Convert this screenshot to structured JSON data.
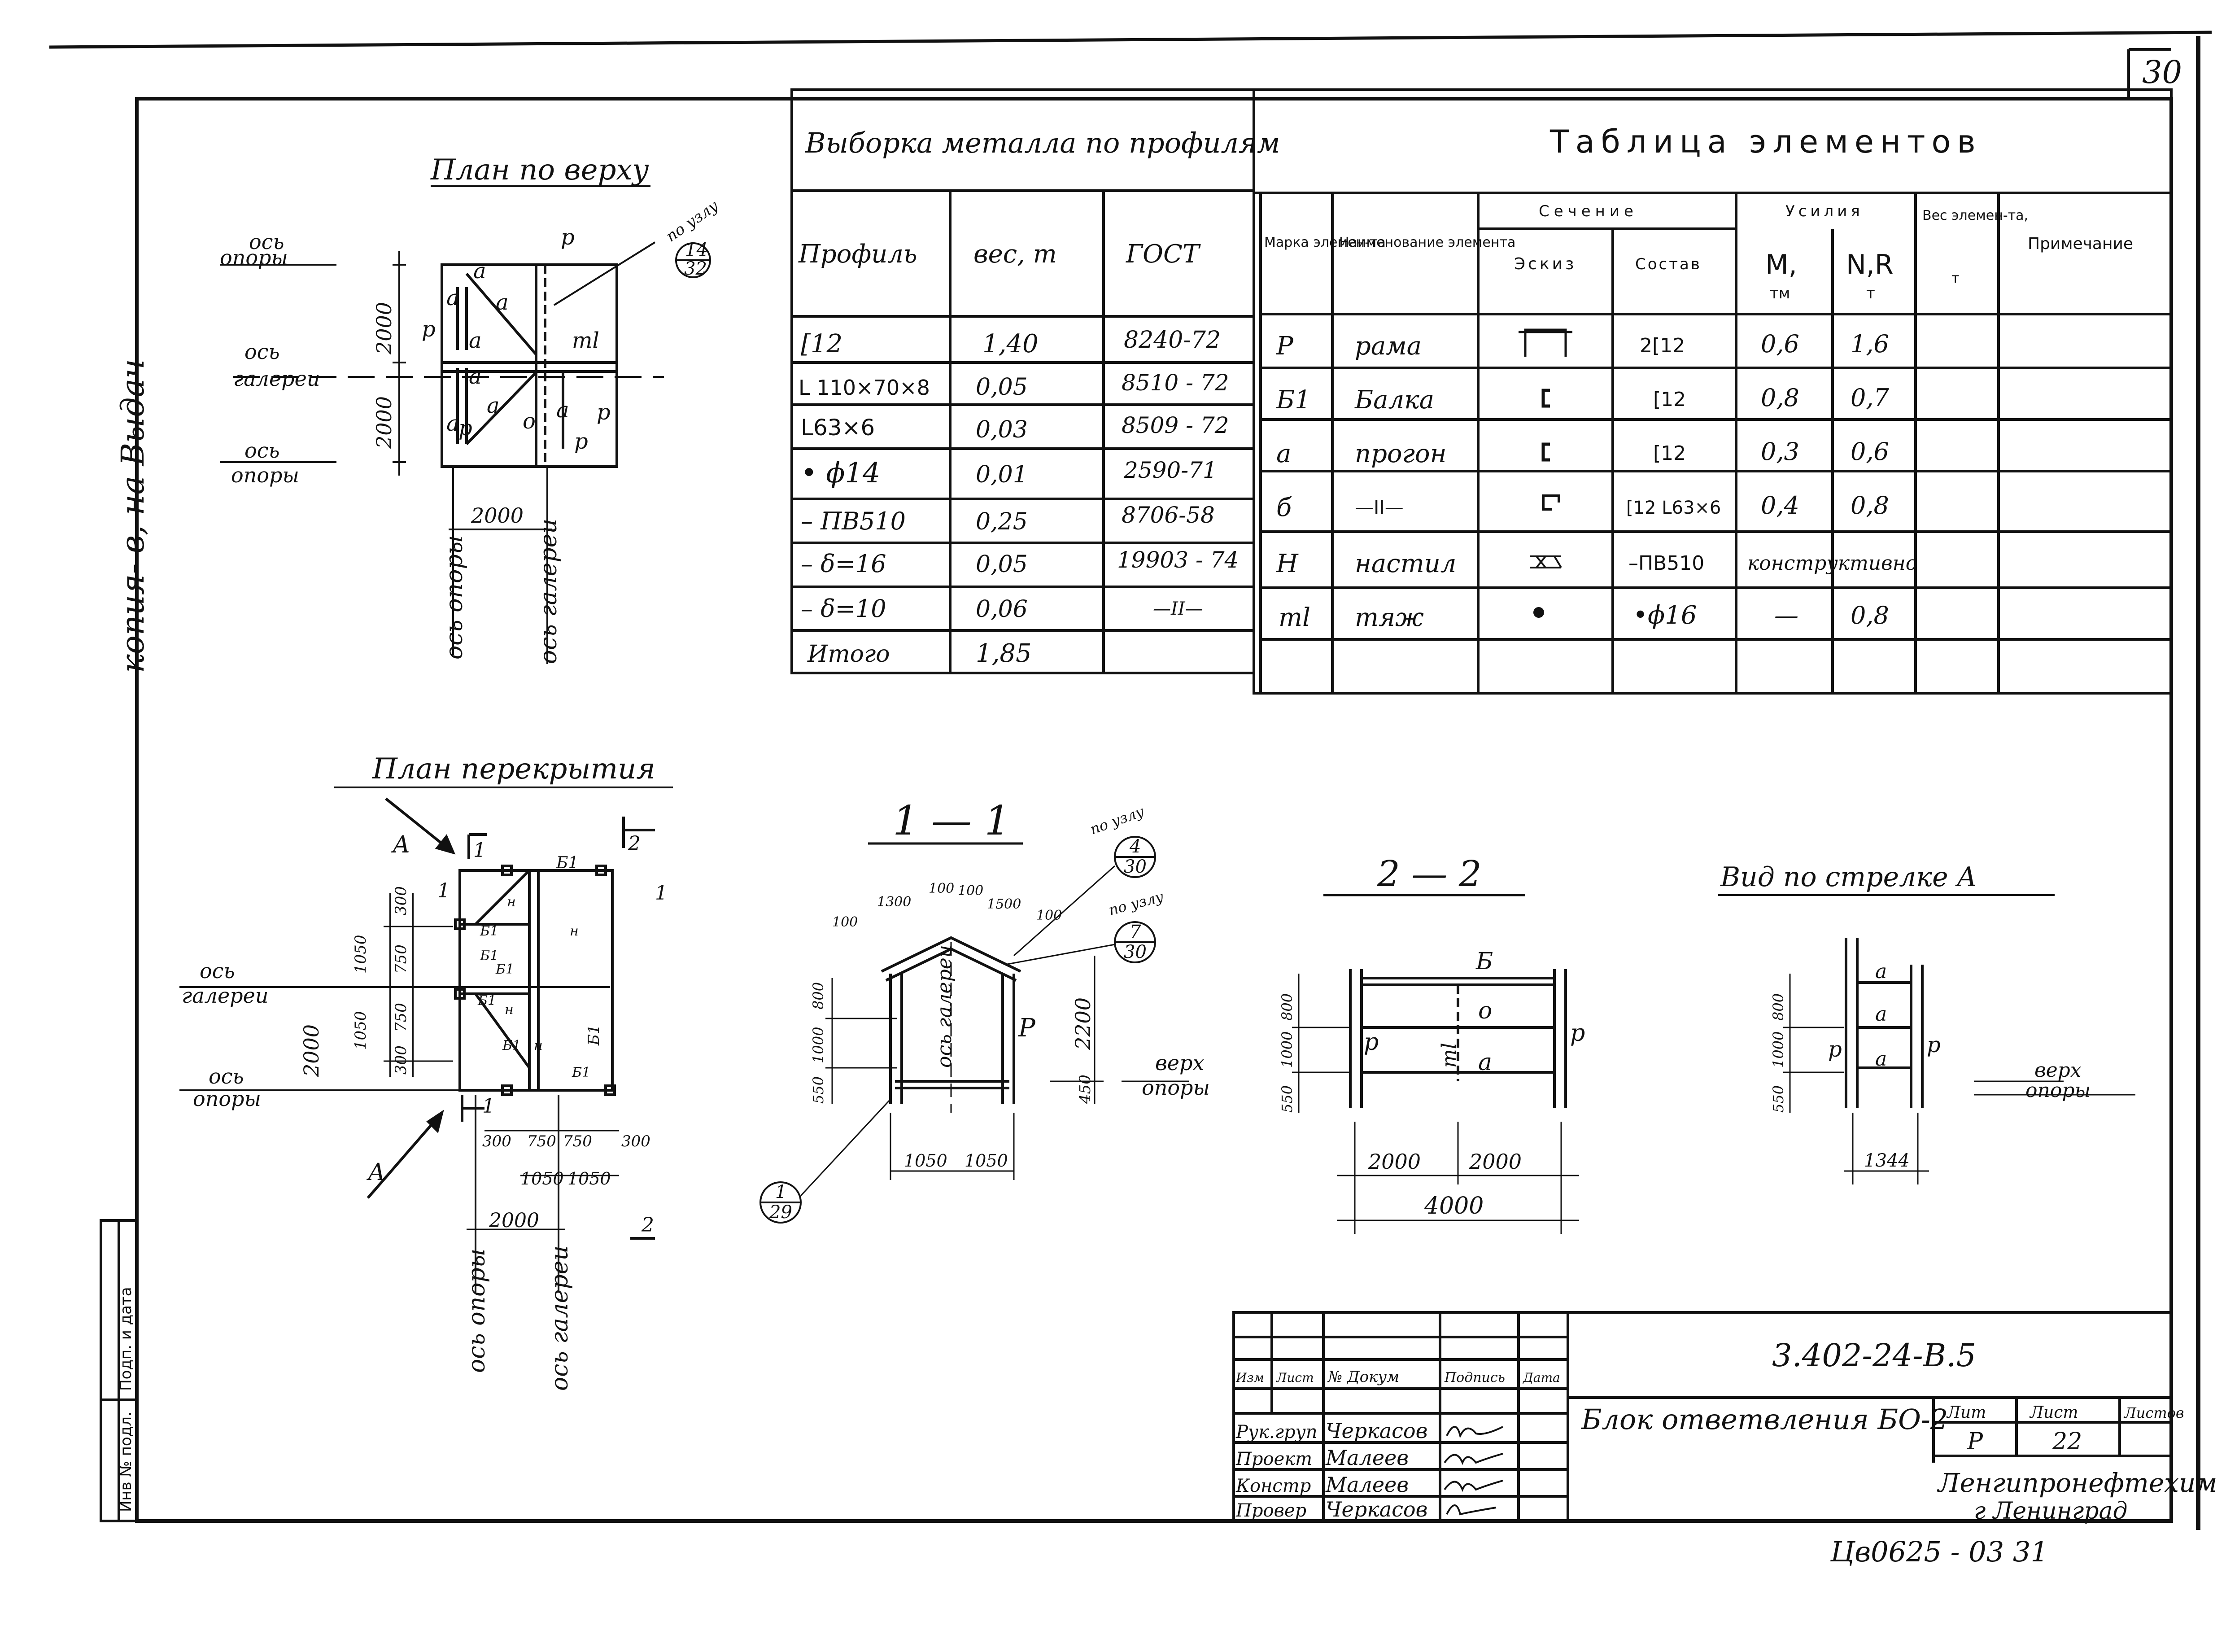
{
  "sheet": {
    "page_number": "30",
    "side_note": "копия- в, на Выдач",
    "stamp_left": "Инв № подл.",
    "stamp_mid": "Подп. и дата",
    "inventory_number": "Цв0625 - 03   31"
  },
  "views": {
    "plan_top": {
      "title": "План по верху",
      "axis_support_top": [
        "ось",
        "опоры"
      ],
      "axis_gallery": [
        "ось",
        "галереи"
      ],
      "axis_support_bottom": [
        "ось",
        "опоры"
      ],
      "dim_2000_a": "2000",
      "dim_2000_b": "2000",
      "dim_2000_h": "2000",
      "axis_vertical_1": "ось опоры",
      "axis_vertical_2": "ось галереи",
      "marks": [
        "р",
        "а",
        "а",
        "р",
        "а",
        "а",
        "тl",
        "а",
        "а",
        "о",
        "р",
        "а",
        "р",
        "а",
        "р"
      ],
      "node_ref": {
        "label": "по узлу",
        "top": "14",
        "bottom": "32"
      }
    },
    "plan_floor": {
      "title": "План перекрытия",
      "axis_gallery": [
        "ось",
        "галереи"
      ],
      "axis_support": [
        "ось",
        "опоры"
      ],
      "dim_2000_v": "2000",
      "dims_left": [
        "300",
        "1050",
        "750",
        "1050",
        "750",
        "300"
      ],
      "dims_bottom": [
        "300",
        "750",
        "750",
        "300"
      ],
      "dims_bottom2": [
        "1050",
        "1050"
      ],
      "dim_2000_h": "2000",
      "axis_vertical_1": "ось опоры",
      "axis_vertical_2": "ось галереи",
      "arrow_A": "А",
      "section_marks": [
        "1",
        "2",
        "1",
        "1",
        "1",
        "2"
      ],
      "marks": [
        "Б1",
        "н",
        "Б1",
        "н",
        "Б1",
        "Б1",
        "Б1",
        "н",
        "Б1",
        "н",
        "Б1",
        "Б1"
      ]
    },
    "section_1_1": {
      "title": "1 — 1",
      "top_dims": [
        "100",
        "1300",
        "100",
        "100",
        "1500",
        "100"
      ],
      "left_dims": [
        "550",
        "1000",
        "800"
      ],
      "right_dim": "2200",
      "bottom_dim": "450",
      "bottom_dims": [
        "1050",
        "1050"
      ],
      "axis_label": "ось галереи",
      "mark_P": "Р",
      "support_top_label": [
        "верх",
        "опоры"
      ],
      "node_ref_1": {
        "label": "по узлу",
        "top": "4",
        "bottom": "30"
      },
      "node_ref_2": {
        "label": "по узлу",
        "top": "7",
        "bottom": "30"
      },
      "node_ref_3": {
        "top": "1",
        "bottom": "29"
      }
    },
    "section_2_2": {
      "title": "2 — 2",
      "left_dims": [
        "550",
        "1000",
        "800"
      ],
      "dims_bottom": [
        "2000",
        "2000"
      ],
      "dim_total": "4000",
      "marks": [
        "Б",
        "о",
        "а",
        "р",
        "р",
        "тl"
      ]
    },
    "view_A": {
      "title": "Вид по стрелке А",
      "left_dims": [
        "550",
        "1000",
        "800"
      ],
      "dim_bottom": "1344",
      "marks": [
        "а",
        "а",
        "а",
        "р",
        "р"
      ],
      "support_top_label": [
        "верх",
        "опоры"
      ]
    }
  },
  "metal_table": {
    "title": "Выборка металла по профилям",
    "headers": [
      "Профиль",
      "вес,  т",
      "ГОСТ"
    ],
    "rows": [
      [
        "[12",
        "1,40",
        "8240-72"
      ],
      [
        "L 110×70×8",
        "0,05",
        "8510 - 72"
      ],
      [
        "L63×6",
        "0,03",
        "8509 - 72"
      ],
      [
        "• ϕ14",
        "0,01",
        "2590-71"
      ],
      [
        "– ПВ510",
        "0,25",
        "8706-58"
      ],
      [
        "– δ=16",
        "0,05",
        "19903 - 74"
      ],
      [
        "– δ=10",
        "0,06",
        "—II—"
      ]
    ],
    "total": [
      "Итого",
      "1,85",
      ""
    ]
  },
  "elements_table": {
    "title": "Таблица элементов",
    "headers": {
      "mark": "Марка элемен-та",
      "name": "Наименование элемента",
      "section": "Сечение",
      "sketch": "Эскиз",
      "composition": "Состав",
      "forces": "Усилия",
      "moment": "М,",
      "moment_unit": "тм",
      "normal": "N,R",
      "normal_unit": "т",
      "weight": "Вес элемен-та,",
      "weight_unit": "т",
      "note": "Примечание"
    },
    "rows": [
      {
        "mark": "Р",
        "name": "рама",
        "sketch": "frame",
        "comp": "2[12",
        "m": "0,6",
        "n": "1,6"
      },
      {
        "mark": "Б1",
        "name": "Балка",
        "sketch": "channel",
        "comp": "[12",
        "m": "0,8",
        "n": "0,7"
      },
      {
        "mark": "а",
        "name": "прогон",
        "sketch": "channel",
        "comp": "[12",
        "m": "0,3",
        "n": "0,6"
      },
      {
        "mark": "б",
        "name": "—II—",
        "sketch": "combo",
        "comp": "[12 L63×6",
        "m": "0,4",
        "n": "0,8"
      },
      {
        "mark": "Н",
        "name": "настил",
        "sketch": "grating",
        "comp": "–ПВ510",
        "m": "конструктивно",
        "n": ""
      },
      {
        "mark": "тl",
        "name": "тяж",
        "sketch": "dot",
        "comp": "•ϕ16",
        "m": "—",
        "n": "0,8"
      }
    ]
  },
  "title_block": {
    "doc_code": "3.402-24-В.5",
    "title": "Блок ответвления БО-2",
    "col_headers": [
      "Изм",
      "Лист",
      "№ Докум",
      "Подпись",
      "Дата"
    ],
    "people": [
      {
        "role": "Рук.груп",
        "name": "Черкасов"
      },
      {
        "role": "Проект",
        "name": "Малеев"
      },
      {
        "role": "Констр",
        "name": "Малеев"
      },
      {
        "role": "Провер",
        "name": "Черкасов"
      }
    ],
    "stage_header": "Лит",
    "sheet_header": "Лист",
    "sheets_header": "Листов",
    "stage": "Р",
    "sheet": "22",
    "organization": "Ленгипронефтехим",
    "city": "г Ленинград"
  }
}
